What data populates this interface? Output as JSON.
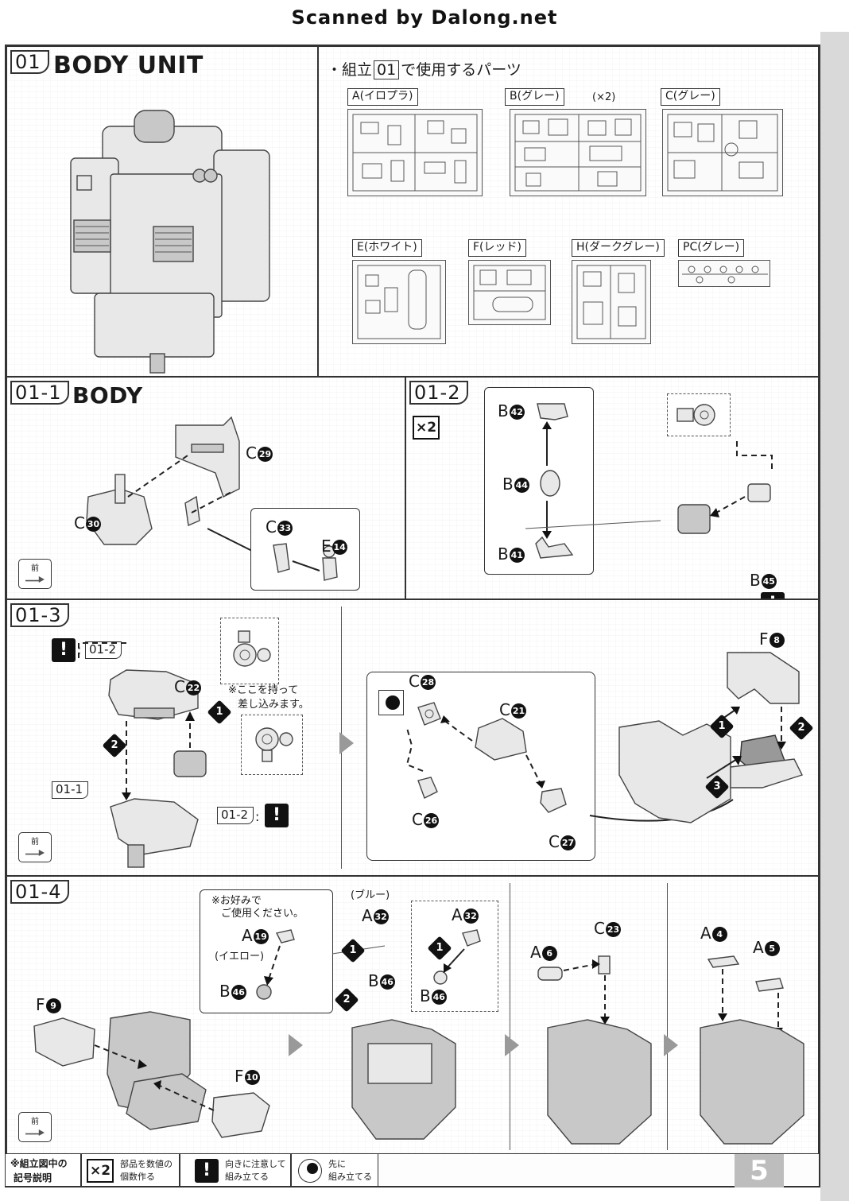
{
  "header": {
    "scanned_by": "Scanned by Dalong.net"
  },
  "step01": {
    "number": "01",
    "title": "BODY UNIT",
    "parts_heading_prefix": "・組立",
    "parts_heading_step": "01",
    "parts_heading_suffix": "で使用するパーツ",
    "runners": [
      {
        "label": "A(イロプラ)",
        "note": ""
      },
      {
        "label": "B(グレー)",
        "note": "(×2)"
      },
      {
        "label": "C(グレー)",
        "note": ""
      },
      {
        "label": "E(ホワイト)",
        "note": ""
      },
      {
        "label": "F(レッド)",
        "note": ""
      },
      {
        "label": "H(ダークグレー)",
        "note": ""
      },
      {
        "label": "PC(グレー)",
        "note": ""
      }
    ]
  },
  "step01_1": {
    "number": "01-1",
    "title": "BODY",
    "parts": {
      "c29": "C",
      "c30": "C",
      "c33": "C",
      "e14": "E"
    },
    "nums": {
      "c29": "29",
      "c30": "30",
      "c33": "33",
      "e14": "14"
    },
    "front_label": "前"
  },
  "step01_2": {
    "number": "01-2",
    "multiplier": "×2",
    "parts": {
      "b42": "B",
      "b44": "B",
      "b41": "B",
      "b45": "B"
    },
    "nums": {
      "b42": "42",
      "b44": "44",
      "b41": "41",
      "b45": "45"
    },
    "warn": "!"
  },
  "step01_3": {
    "number": "01-3",
    "warn": "!",
    "ref_01_2": "01-2",
    "ref_01_1": "01-1",
    "colon": ":",
    "parts": {
      "c22": "C",
      "f8": "F",
      "c28": "C",
      "c21": "C",
      "c26": "C",
      "c27": "C"
    },
    "nums": {
      "c22": "22",
      "f8": "8",
      "c28": "28",
      "c21": "21",
      "c26": "26",
      "c27": "27"
    },
    "note_line1": "※ここを持って",
    "note_line2": "差し込みます。",
    "seq": [
      "1",
      "2",
      "3"
    ],
    "front_label": "前"
  },
  "step01_4": {
    "number": "01-4",
    "option_note_line1": "※お好みで",
    "option_note_line2": "ご使用ください。",
    "blue_note": "(ブルー)",
    "yellow_note": "(イエロー)",
    "parts": {
      "a19": "A",
      "b46a": "B",
      "a32a": "A",
      "b46b": "B",
      "a32b": "A",
      "b46c": "B",
      "a6": "A",
      "c23": "C",
      "a4": "A",
      "a5": "A",
      "f9": "F",
      "f10": "F"
    },
    "nums": {
      "a19": "19",
      "b46": "46",
      "a32": "32",
      "a6": "6",
      "c23": "23",
      "a4": "4",
      "a5": "5",
      "f9": "9",
      "f10": "10"
    },
    "seq": [
      "1",
      "2"
    ],
    "front_label": "前"
  },
  "legend": {
    "title_line1": "※組立図中の",
    "title_line2": "記号説明",
    "x2_symbol": "×2",
    "x2_text_line1": "部品を数値の",
    "x2_text_line2": "個数作る",
    "warn_symbol": "!",
    "warn_text_line1": "向きに注意して",
    "warn_text_line2": "組み立てる",
    "first_text_line1": "先に",
    "first_text_line2": "組み立てる"
  },
  "page_number": "5"
}
